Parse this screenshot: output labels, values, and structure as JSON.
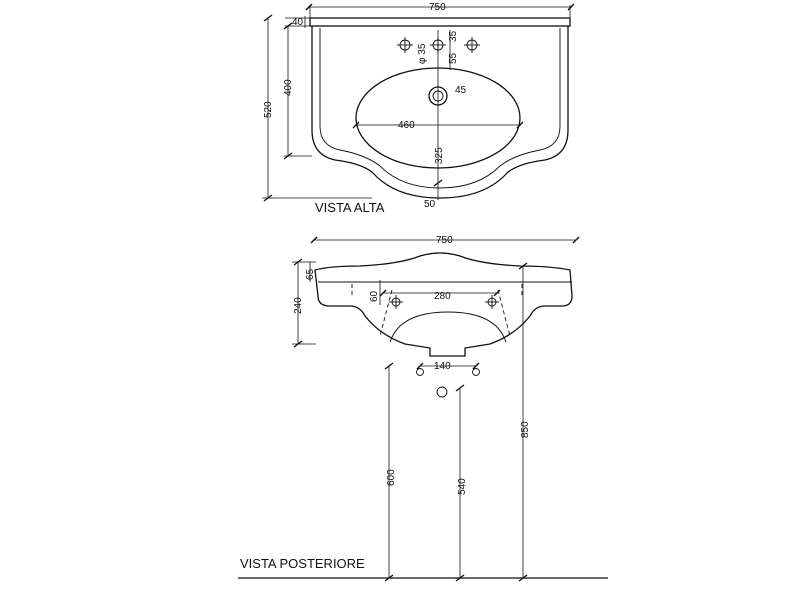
{
  "top_view": {
    "title": "VISTA ALTA",
    "dims": {
      "width": "750",
      "rim": "40",
      "depth_total": "520",
      "depth_basin": "400",
      "bowl_width": "460",
      "bowl_depth": "325",
      "front_edge": "50",
      "drain": "45",
      "tap_hole": "φ 35",
      "tap_offset_a": "35",
      "tap_offset_b": "55"
    }
  },
  "rear_view": {
    "title": "VISTA POSTERIORE",
    "dims": {
      "width": "750",
      "rim": "65",
      "height": "240",
      "bracket_spacing": "280",
      "bracket_offset": "60",
      "fixing_spacing": "140",
      "height_600": "600",
      "height_540": "540",
      "height_850": "850"
    }
  }
}
